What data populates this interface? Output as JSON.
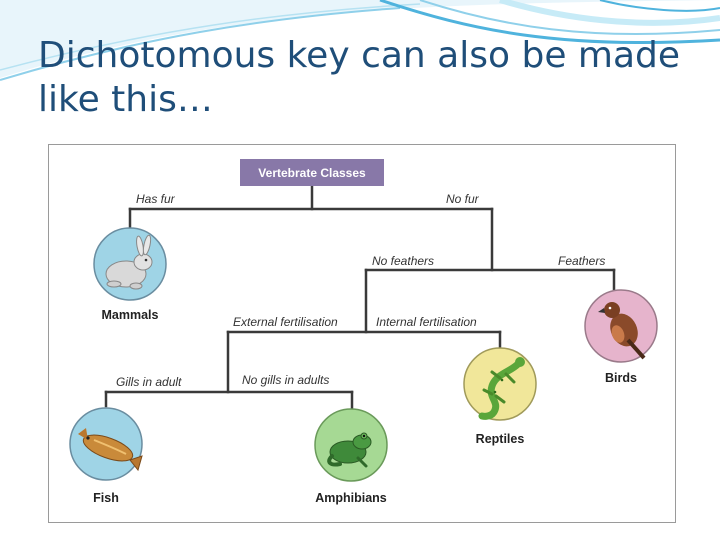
{
  "slide": {
    "title": "Dichotomous key can also be made like this…"
  },
  "key": {
    "root": "Vertebrate Classes",
    "branches": {
      "has_fur": "Has fur",
      "no_fur": "No fur",
      "no_feathers": "No feathers",
      "feathers": "Feathers",
      "external_fertilisation": "External fertilisation",
      "internal_fertilisation": "Internal fertilisation",
      "gills_in_adult": "Gills in adult",
      "no_gills_in_adults": "No gills in adults"
    },
    "classes": {
      "mammals": "Mammals",
      "birds": "Birds",
      "reptiles": "Reptiles",
      "fish": "Fish",
      "amphibians": "Amphibians"
    },
    "colors": {
      "root_fill": "#8878a8",
      "mammals_circle": "#9fd4e6",
      "birds_circle": "#e6b4cc",
      "reptiles_circle": "#f1e79a",
      "fish_circle": "#9fd4e6",
      "amphibians_circle": "#a6d994",
      "title_color": "#1f4e79"
    },
    "icons": {
      "mammals": "rabbit-icon",
      "birds": "bird-icon",
      "reptiles": "lizard-icon",
      "fish": "fish-icon",
      "amphibians": "frog-icon"
    }
  }
}
